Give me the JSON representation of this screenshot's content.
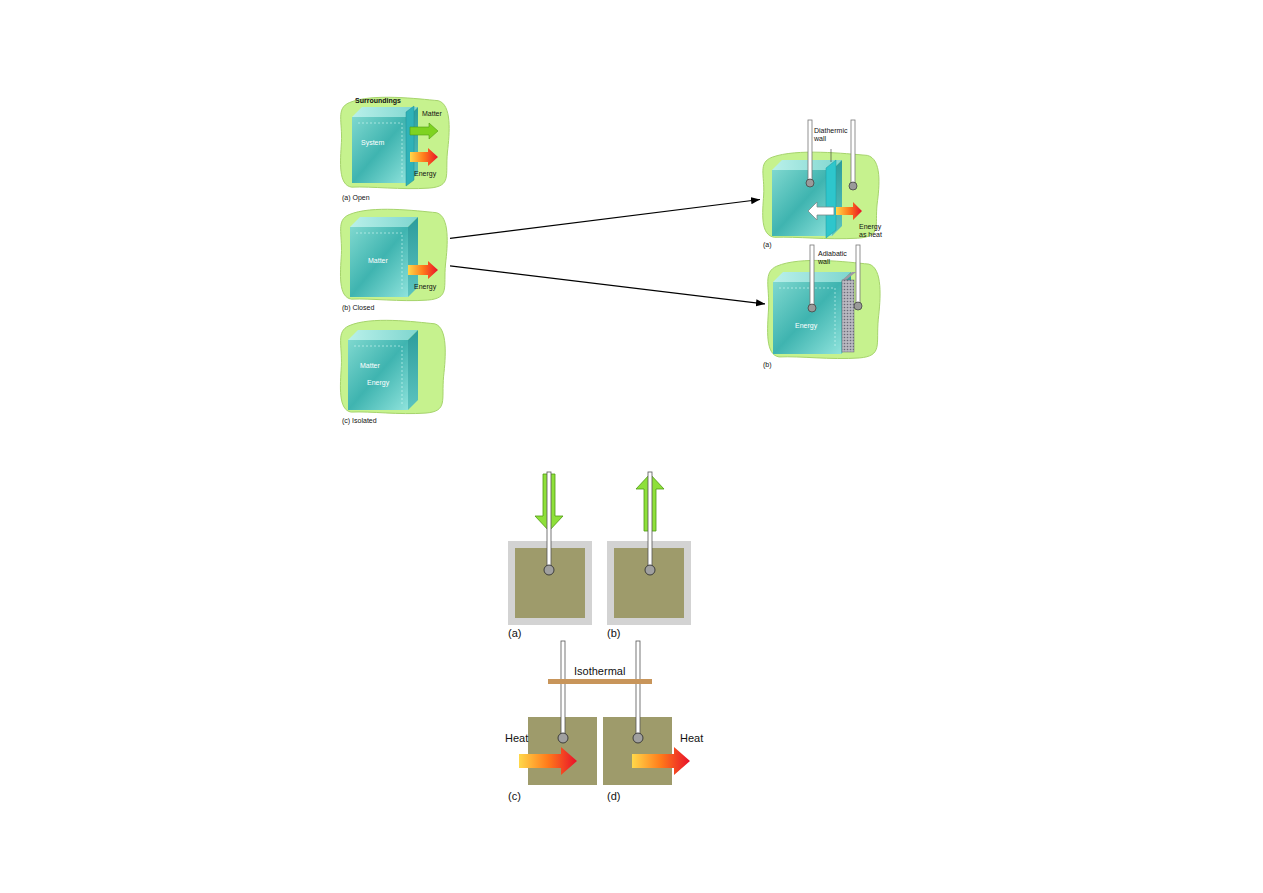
{
  "diagram": {
    "nodes": [
      {
        "text": [
          "Surroundings",
          "(a) Open"
        ]
      },
      {
        "text": [
          "System"
        ],
        "in": 0
      },
      {
        "text": [
          "(b) Closed"
        ]
      },
      {
        "text": [
          "Matter"
        ],
        "in": 2
      },
      {
        "text": [
          "(c) Isolated"
        ]
      },
      {
        "text": [
          "Matter",
          "Energy"
        ],
        "in": 4
      },
      {
        "text": [
          "(a)"
        ]
      },
      {
        "text": [
          "(b)"
        ]
      },
      {
        "text": [
          "Energy"
        ],
        "in": 7
      }
    ],
    "edges": [
      {
        "from": 2,
        "to": 6,
        "arrow": "to"
      },
      {
        "from": 2,
        "to": 7,
        "arrow": "to"
      }
    ],
    "labels": [
      "Matter",
      "Energy",
      "Energy",
      "Diathermic wall",
      "Energy as heat",
      "Adiabatic wall",
      "(a)",
      "(b)",
      "Isothermal",
      "Heat",
      "(c)",
      "Heat",
      "(d)"
    ]
  }
}
